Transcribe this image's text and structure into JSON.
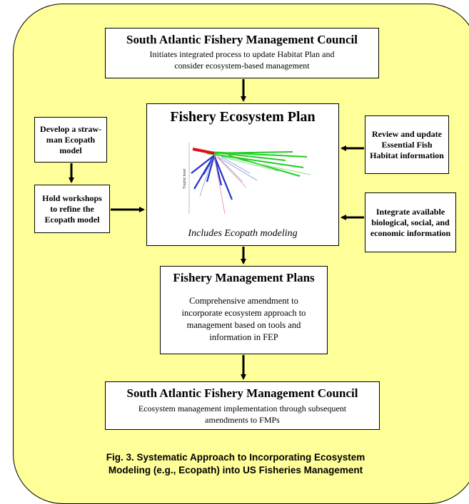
{
  "top_box": {
    "title": "South Atlantic Fishery Management Council",
    "text": "Initiates integrated process to update Habitat Plan and consider ecosystem-based management"
  },
  "fep_box": {
    "title": "Fishery Ecosystem Plan",
    "plot_axis_label": "Trophic level",
    "caption": "Includes Ecopath modeling"
  },
  "left_boxes": {
    "develop": "Develop a straw-man Ecopath model",
    "workshops": "Hold workshops to refine the Ecopath model"
  },
  "right_boxes": {
    "review": "Review and update Essential Fish Habitat information",
    "integrate": "Integrate available biological, social, and economic information"
  },
  "fmp_box": {
    "title": "Fishery Management Plans",
    "text": "Comprehensive amendment to incorporate ecosystem approach to management based on tools and information in FEP"
  },
  "bottom_box": {
    "title": "South Atlantic Fishery Management Council",
    "text": "Ecosystem management implementation through subsequent amendments to FMPs"
  },
  "figure_caption": {
    "line1": "Fig. 3. Systematic Approach to Incorporating Ecosystem",
    "line2": "Modeling (e.g., Ecopath) into US Fisheries Management"
  },
  "colors": {
    "background": "#ffff99",
    "box": "#ffffff",
    "green": "#22cc22",
    "red": "#dd1111",
    "blue": "#2233cc"
  }
}
